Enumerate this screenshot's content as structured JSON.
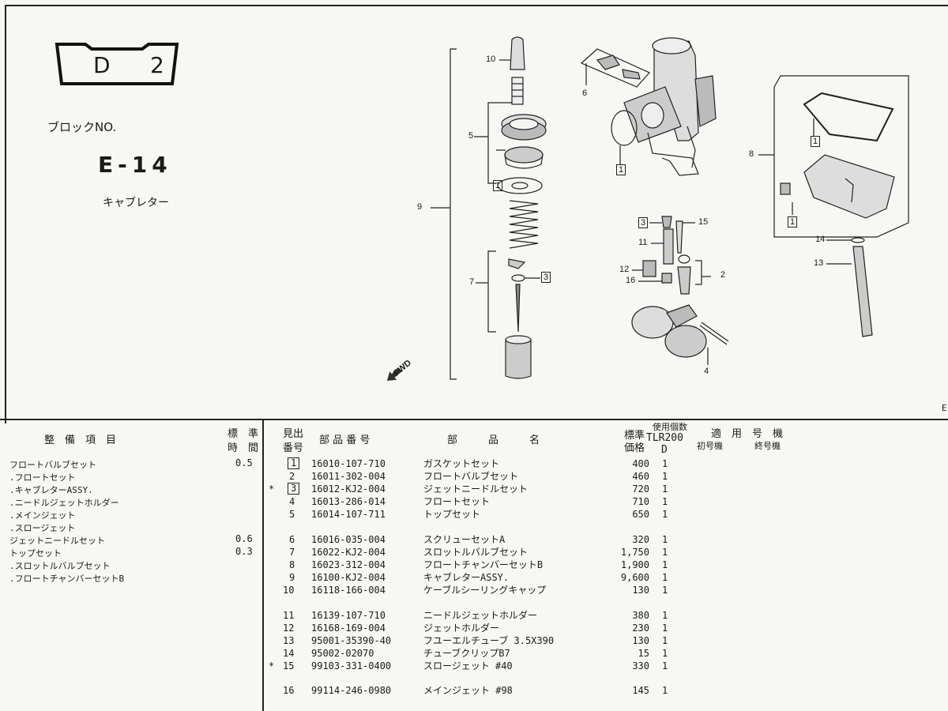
{
  "page_code": {
    "letter": "D",
    "number": "2"
  },
  "block_label": "ブロックNO.",
  "block_no": "E-14",
  "section_name": "キャブレター",
  "edge_mark": "E",
  "fwd_label": "FWD",
  "callouts": [
    "10",
    "5",
    "9",
    "7",
    "6",
    "8",
    "14",
    "13",
    "15",
    "11",
    "12",
    "16",
    "2",
    "4",
    "1",
    "1",
    "1",
    "1",
    "3",
    "3"
  ],
  "headers": {
    "service_item": "整　備　項　目",
    "std_time_1": "標　準",
    "std_time_2": "時　間",
    "ref_no_1": "見出",
    "ref_no_2": "番号",
    "part_no": "部 品 番 号",
    "part_name": "部　　　品　　　名",
    "std_price_1": "標準",
    "std_price_2": "価格",
    "qty_1": "使用個数",
    "qty_model": "TLR200",
    "qty_type": "D",
    "applicable": "適　用　号　機",
    "first_frame": "初号機",
    "last_frame": "終号機"
  },
  "service_items": [
    {
      "name": "フロートバルブセット",
      "time": "0.5"
    },
    {
      "name": ".フロートセット",
      "time": ""
    },
    {
      "name": ".キャブレターASSY.",
      "time": ""
    },
    {
      "name": ".ニードルジェットホルダー",
      "time": ""
    },
    {
      "name": ".メインジェット",
      "time": ""
    },
    {
      "name": ".スロージェット",
      "time": ""
    },
    {
      "name": " ジェットニードルセット",
      "time": "0.6"
    },
    {
      "name": " トップセット",
      "time": "0.3"
    },
    {
      "name": ".スロットルバルブセット",
      "time": ""
    },
    {
      "name": ".フロートチャンバーセットB",
      "time": ""
    }
  ],
  "parts": [
    {
      "mark": "",
      "ref": "1",
      "boxed": true,
      "part_no": "16010-107-710",
      "name": "ガスケットセット",
      "price": "400",
      "qty": "1"
    },
    {
      "mark": "",
      "ref": "2",
      "boxed": false,
      "part_no": "16011-302-004",
      "name": "フロートバルブセット",
      "price": "460",
      "qty": "1"
    },
    {
      "mark": "*",
      "ref": "3",
      "boxed": true,
      "part_no": "16012-KJ2-004",
      "name": "ジェットニードルセット",
      "price": "720",
      "qty": "1"
    },
    {
      "mark": "",
      "ref": "4",
      "boxed": false,
      "part_no": "16013-286-014",
      "name": "フロートセット",
      "price": "710",
      "qty": "1"
    },
    {
      "mark": "",
      "ref": "5",
      "boxed": false,
      "part_no": "16014-107-711",
      "name": "トップセット",
      "price": "650",
      "qty": "1"
    },
    {
      "mark": "",
      "ref": "6",
      "boxed": false,
      "part_no": "16016-035-004",
      "name": "スクリューセットA",
      "price": "320",
      "qty": "1"
    },
    {
      "mark": "",
      "ref": "7",
      "boxed": false,
      "part_no": "16022-KJ2-004",
      "name": "スロットルバルブセット",
      "price": "1,750",
      "qty": "1"
    },
    {
      "mark": "",
      "ref": "8",
      "boxed": false,
      "part_no": "16023-312-004",
      "name": "フロートチャンバーセットB",
      "price": "1,900",
      "qty": "1"
    },
    {
      "mark": "",
      "ref": "9",
      "boxed": false,
      "part_no": "16100-KJ2-004",
      "name": "キャブレターASSY.",
      "price": "9,600",
      "qty": "1"
    },
    {
      "mark": "",
      "ref": "10",
      "boxed": false,
      "part_no": "16118-166-004",
      "name": "ケーブルシーリングキャップ",
      "price": "130",
      "qty": "1"
    },
    {
      "mark": "",
      "ref": "11",
      "boxed": false,
      "part_no": "16139-107-710",
      "name": "ニードルジェットホルダー",
      "price": "380",
      "qty": "1"
    },
    {
      "mark": "",
      "ref": "12",
      "boxed": false,
      "part_no": "16168-169-004",
      "name": "ジェットホルダー",
      "price": "230",
      "qty": "1"
    },
    {
      "mark": "",
      "ref": "13",
      "boxed": false,
      "part_no": "95001-35390-40",
      "name": "フユーエルチューブ 3.5X390",
      "price": "130",
      "qty": "1"
    },
    {
      "mark": "",
      "ref": "14",
      "boxed": false,
      "part_no": "95002-02070",
      "name": "チューブクリップB7",
      "price": "15",
      "qty": "1"
    },
    {
      "mark": "*",
      "ref": "15",
      "boxed": false,
      "part_no": "99103-331-0400",
      "name": "スロージェット #40",
      "price": "330",
      "qty": "1"
    },
    {
      "mark": "",
      "ref": "16",
      "boxed": false,
      "part_no": "99114-246-0980",
      "name": "メインジェット #98",
      "price": "145",
      "qty": "1"
    }
  ]
}
